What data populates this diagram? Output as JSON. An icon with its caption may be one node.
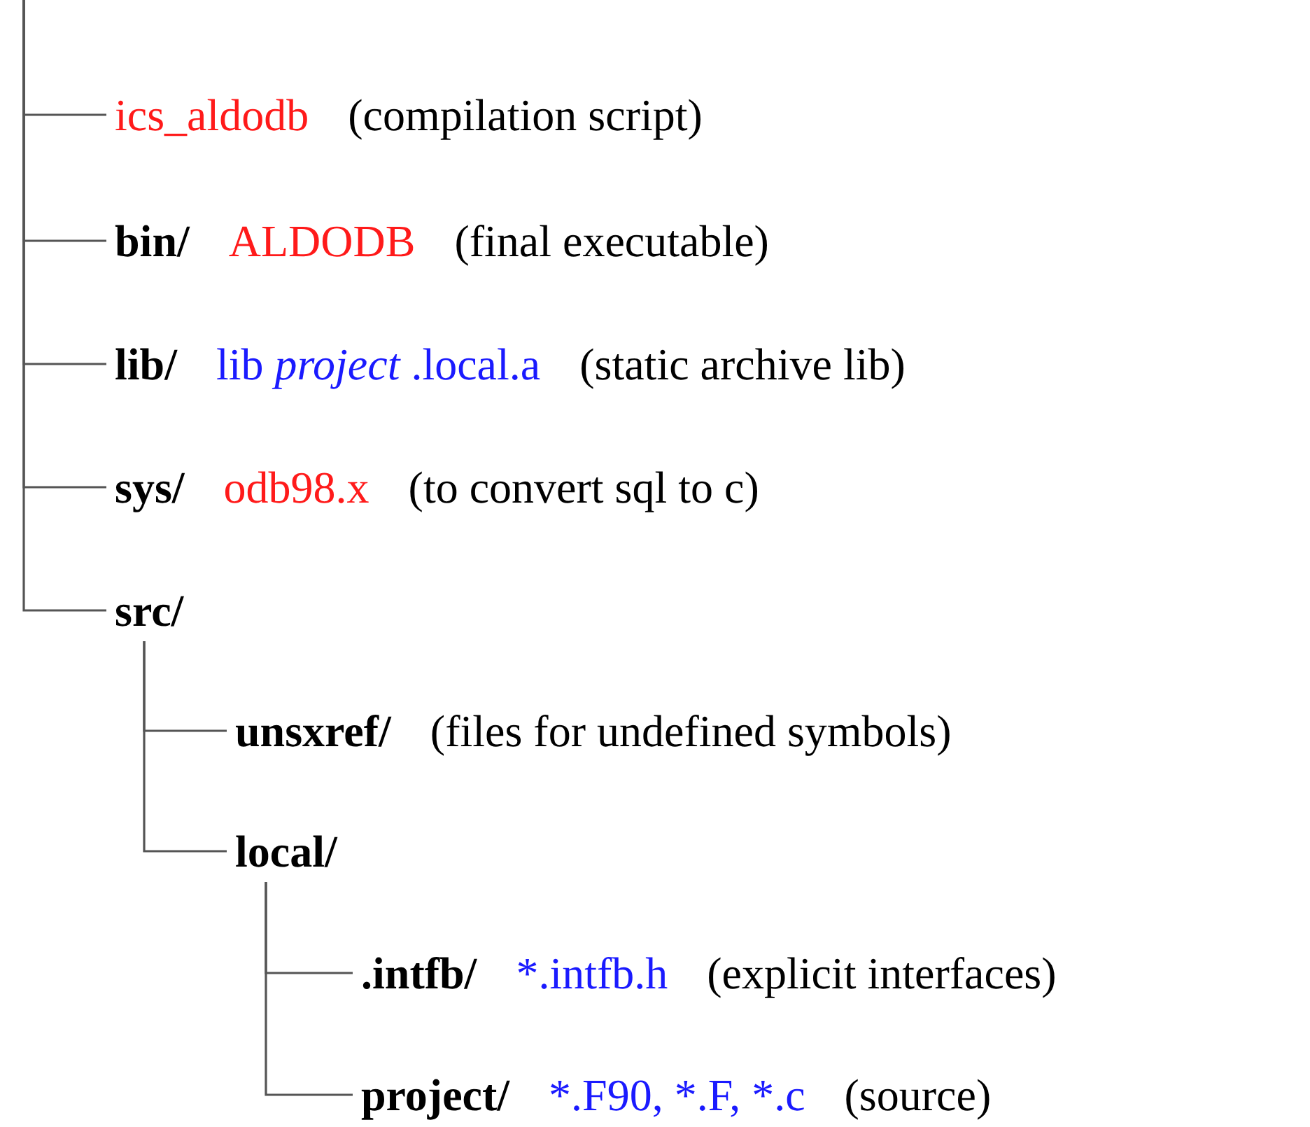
{
  "diagram": {
    "nodes": [
      {
        "text": [
          "ics_aldodb",
          "(compilation script)"
        ]
      },
      {
        "text": [
          "bin/",
          "ALDODB",
          "(final executable)"
        ]
      },
      {
        "text": [
          "lib/",
          "lib *project* .local.a",
          "(static archive lib)"
        ]
      },
      {
        "text": [
          "sys/",
          "odb98.x",
          "(to convert sql to c)"
        ]
      },
      {
        "text": [
          "src/"
        ]
      },
      {
        "text": [
          "unsxref/",
          "(files for undefined symbols)"
        ]
      },
      {
        "text": [
          "local/"
        ]
      },
      {
        "text": [
          ".intfb/",
          "*.intfb.h",
          "(explicit interfaces)"
        ]
      },
      {
        "text": [
          "project/",
          "*.F90, *.F, *.c",
          "(source)"
        ]
      }
    ],
    "edges": [
      {
        "from": null,
        "to": 0,
        "arrow": "none"
      },
      {
        "from": null,
        "to": 1,
        "arrow": "none"
      },
      {
        "from": null,
        "to": 2,
        "arrow": "none"
      },
      {
        "from": null,
        "to": 3,
        "arrow": "none"
      },
      {
        "from": null,
        "to": 4,
        "arrow": "none"
      },
      {
        "from": 4,
        "to": 5,
        "arrow": "none"
      },
      {
        "from": 4,
        "to": 6,
        "arrow": "none"
      },
      {
        "from": 6,
        "to": 7,
        "arrow": "none"
      },
      {
        "from": 6,
        "to": 8,
        "arrow": "none"
      }
    ]
  }
}
